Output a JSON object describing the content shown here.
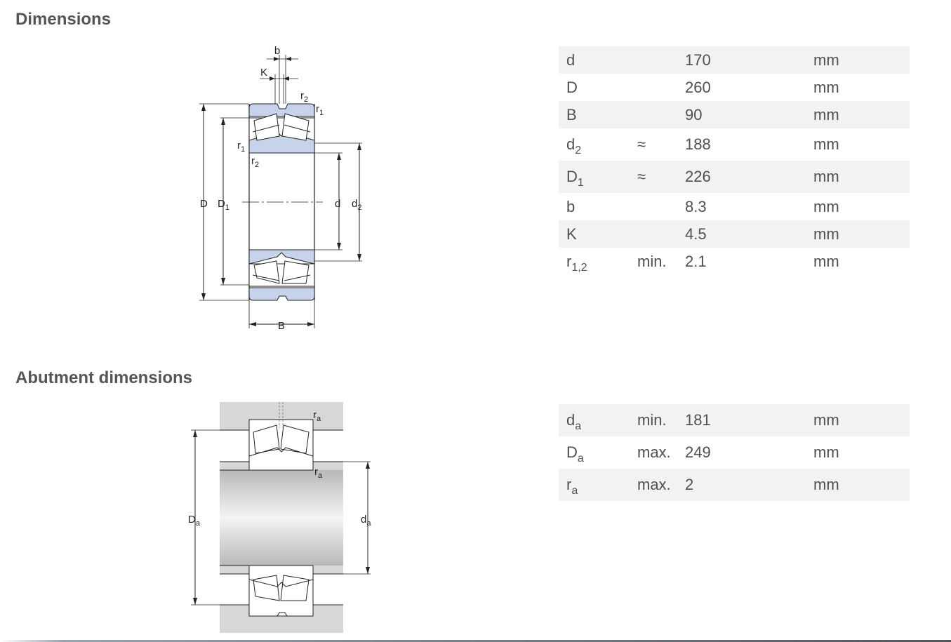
{
  "sections": {
    "dimensions": {
      "title": "Dimensions",
      "rows": [
        {
          "sym": "d",
          "sub": "",
          "qual": "",
          "value": "170",
          "unit": "mm"
        },
        {
          "sym": "D",
          "sub": "",
          "qual": "",
          "value": "260",
          "unit": "mm"
        },
        {
          "sym": "B",
          "sub": "",
          "qual": "",
          "value": "90",
          "unit": "mm"
        },
        {
          "sym": "d",
          "sub": "2",
          "qual": "≈",
          "value": "188",
          "unit": "mm"
        },
        {
          "sym": "D",
          "sub": "1",
          "qual": "≈",
          "value": "226",
          "unit": "mm"
        },
        {
          "sym": "b",
          "sub": "",
          "qual": "",
          "value": "8.3",
          "unit": "mm"
        },
        {
          "sym": "K",
          "sub": "",
          "qual": "",
          "value": "4.5",
          "unit": "mm"
        },
        {
          "sym": "r",
          "sub": "1,2",
          "qual": "min.",
          "value": "2.1",
          "unit": "mm"
        }
      ]
    },
    "abutment": {
      "title": "Abutment dimensions",
      "rows": [
        {
          "sym": "d",
          "sub": "a",
          "qual": "min.",
          "value": "181",
          "unit": "mm"
        },
        {
          "sym": "D",
          "sub": "a",
          "qual": "max.",
          "value": "249",
          "unit": "mm"
        },
        {
          "sym": "r",
          "sub": "a",
          "qual": "max.",
          "value": "2",
          "unit": "mm"
        }
      ]
    }
  },
  "drawing_labels": {
    "bearing": {
      "b": "b",
      "K": "K",
      "r": "r",
      "one": "1",
      "two": "2",
      "D": "D",
      "d": "d",
      "B": "B"
    },
    "abutment": {
      "r": "r",
      "D": "D",
      "d": "d",
      "a": "a"
    }
  },
  "colors": {
    "ring_fill": "#c7d3ea",
    "housing_fill": "#d7d7d7",
    "row_shade": "#f2f2f2",
    "text": "#505050"
  }
}
